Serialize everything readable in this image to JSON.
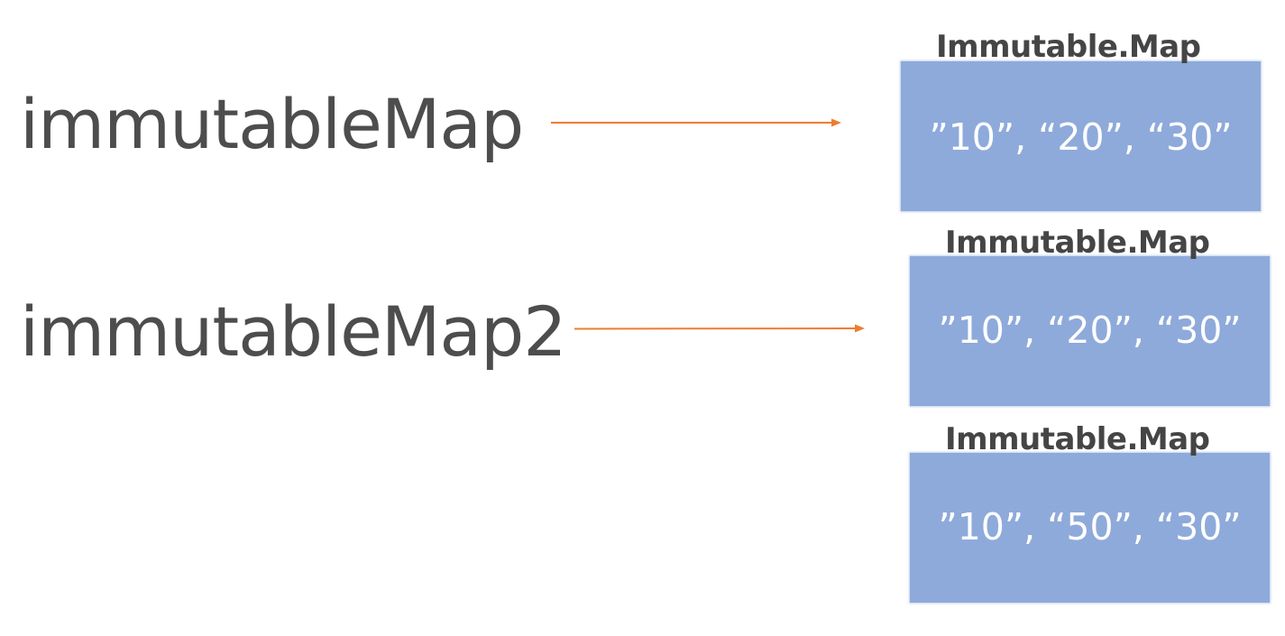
{
  "variables": [
    {
      "name": "immutableMap"
    },
    {
      "name": "immutableMap2"
    }
  ],
  "maps": [
    {
      "title": "Immutable.Map",
      "values": "”10”, “20”, “30”"
    },
    {
      "title": "Immutable.Map",
      "values": "”10”, “20”, “30”"
    },
    {
      "title": "Immutable.Map",
      "values": "”10”, “50”, “30”"
    }
  ],
  "colors": {
    "box_fill": "#8eaadb",
    "arrow": "#ed7d31",
    "label_text": "#4d4d4d",
    "title_text": "#454545",
    "value_text": "#ffffff"
  }
}
